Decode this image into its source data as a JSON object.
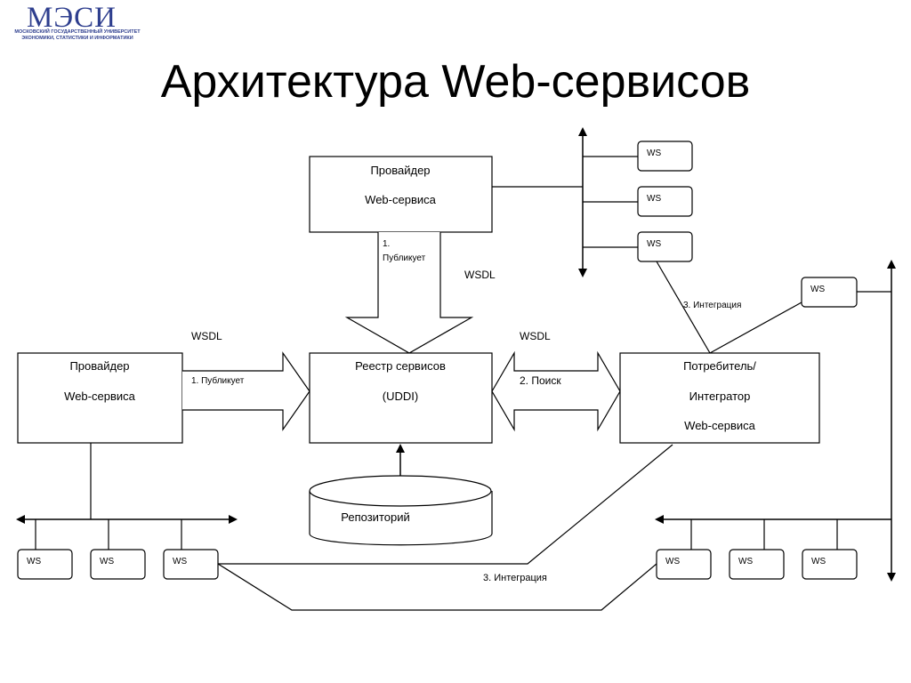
{
  "logo": {
    "name": "МЭСИ",
    "subtitle_line1": "МОСКОВСКИЙ ГОСУДАРСТВЕННЫЙ УНИВЕРСИТЕТ",
    "subtitle_line2": "ЭКОНОМИКИ, СТАТИСТИКИ И ИНФОРМАТИКИ"
  },
  "title": "Архитектура Web-сервисов",
  "boxes": {
    "provider_top": {
      "line1": "Провайдер",
      "line2": "Web-сервиса"
    },
    "provider_left": {
      "line1": "Провайдер",
      "line2": "Web-сервиса"
    },
    "registry": {
      "line1": "Реестр сервисов",
      "line2": "(UDDI)"
    },
    "consumer": {
      "line1": "Потребитель/",
      "line2": "Интегратор",
      "line3": "Web-сервиса"
    },
    "repository": "Репозиторий"
  },
  "labels": {
    "publish_top_1": "1.",
    "publish_top_2": "Публикует",
    "wsdl_top": "WSDL",
    "wsdl_left": "WSDL",
    "wsdl_right": "WSDL",
    "publish_left": "1. Публикует",
    "search": "2. Поиск",
    "integration_top": "3. Интеграция",
    "integration_bottom": "3. Интеграция"
  },
  "ws_label": "WS"
}
